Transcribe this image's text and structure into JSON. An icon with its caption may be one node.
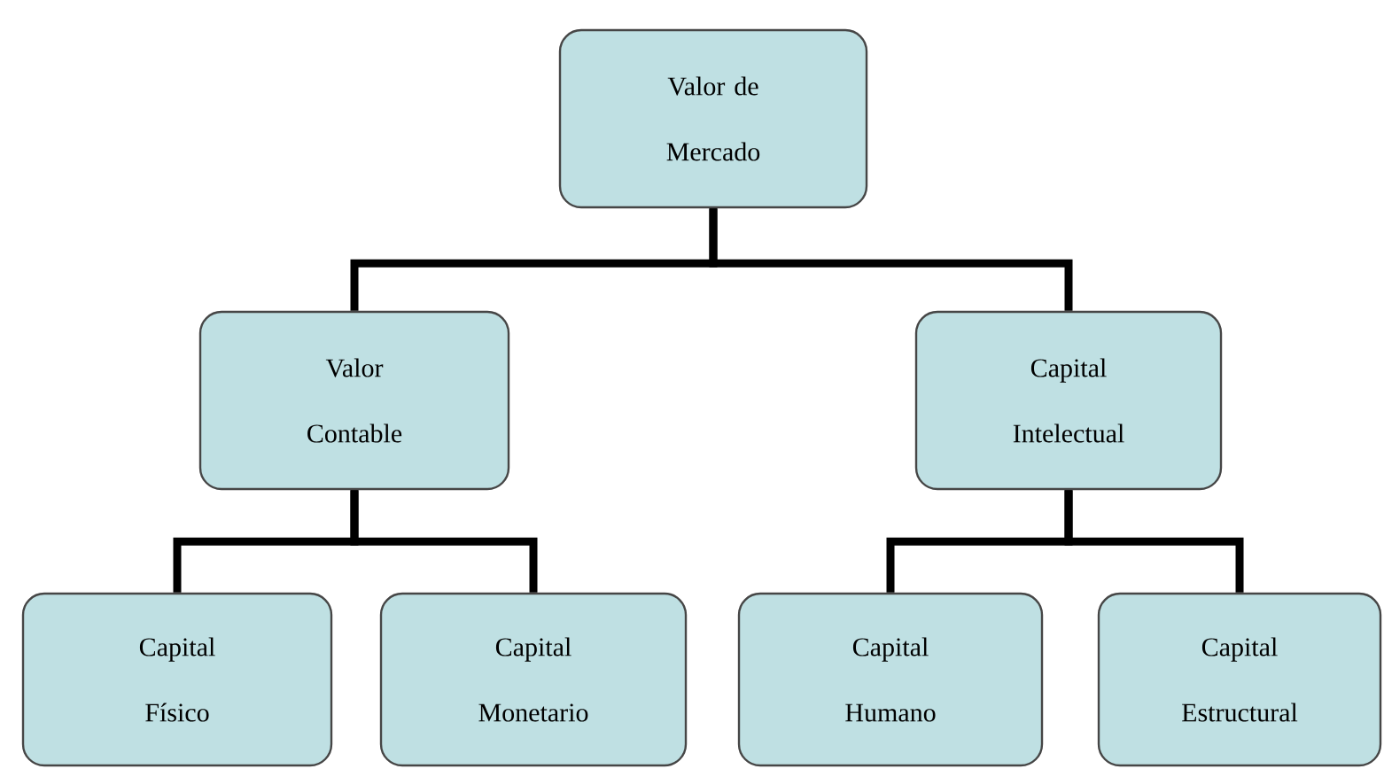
{
  "diagram": {
    "nodes": [
      {
        "text": [
          "Valor de Mercado"
        ]
      },
      {
        "text": [
          "Valor Contable"
        ]
      },
      {
        "text": [
          "Capital Intelectual"
        ]
      },
      {
        "text": [
          "Capital Físico"
        ]
      },
      {
        "text": [
          "Capital Monetario"
        ]
      },
      {
        "text": [
          "Capital Humano"
        ]
      },
      {
        "text": [
          "Capital Estructural"
        ]
      }
    ],
    "edges": [
      {
        "from": 0,
        "to": 1,
        "arrow": "none"
      },
      {
        "from": 0,
        "to": 2,
        "arrow": "none"
      },
      {
        "from": 1,
        "to": 3,
        "arrow": "none"
      },
      {
        "from": 1,
        "to": 4,
        "arrow": "none"
      },
      {
        "from": 2,
        "to": 5,
        "arrow": "none"
      },
      {
        "from": 2,
        "to": 6,
        "arrow": "none"
      }
    ]
  }
}
